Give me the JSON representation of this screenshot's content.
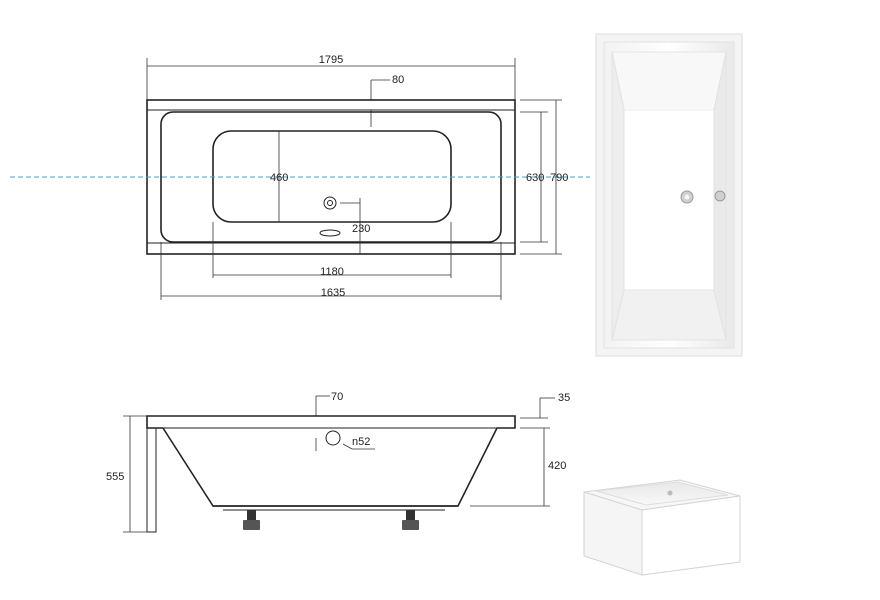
{
  "top_view": {
    "overall_length": "1795",
    "rim_width": "80",
    "basin_width": "460",
    "inner_width": "630",
    "overall_width": "790",
    "drain_offset": "230",
    "basin_length": "1180",
    "inner_length": "1635"
  },
  "side_view": {
    "overflow_offset": "70",
    "rim_height": "35",
    "overflow_diameter": "n52",
    "total_height": "555",
    "depth": "420"
  },
  "colors": {
    "center_line": "#3aa6d0",
    "line": "#222222"
  }
}
